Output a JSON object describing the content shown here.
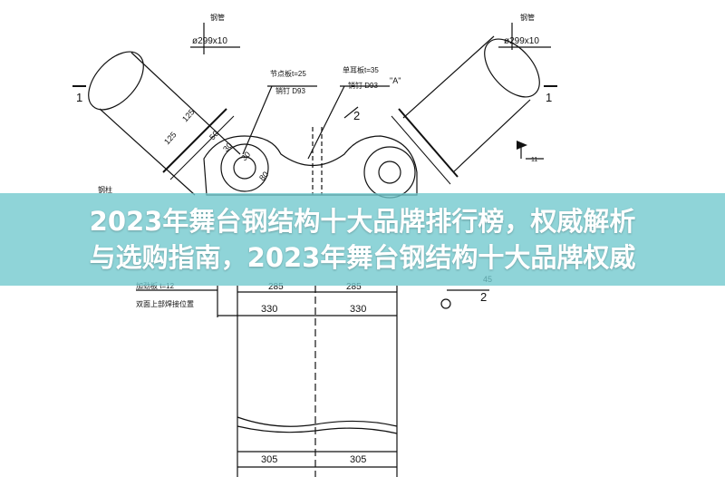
{
  "banner": {
    "line1": "2023年舞台钢结构十大品牌排行榜，权威解析",
    "line2": "与选购指南，2023年舞台钢结构十大品牌权威"
  },
  "drawing": {
    "tube_label_left": "钢管",
    "tube_label_right": "钢管",
    "tube_spec_left": "ø299x10",
    "tube_spec_right": "ø299x10",
    "section_mark_left": "1",
    "section_mark_right": "1",
    "plate_left_line1": "节点板t=25",
    "plate_left_line2": "销钉 D93",
    "plate_right_line1": "单耳板t=35",
    "plate_right_line2": "销钉 D93",
    "detail_mark": "\"A\"",
    "section_mark_center": "2",
    "dim_125_a": "125",
    "dim_125_b": "125",
    "dim_50": "50",
    "dim_30a": "30",
    "dim_30b": "30",
    "dim_80": "80",
    "angle_45": "45",
    "section_mark_lower": "2",
    "elev_mark": "11",
    "small_label_left": "钢柱",
    "note_line1": "加劲板 t=12",
    "note_line2": "双面上部焊接位置",
    "dim_285_left": "285",
    "dim_285_right": "285",
    "dim_330_left": "330",
    "dim_330_right": "330",
    "dim_305_left": "305",
    "dim_305_right": "305"
  }
}
